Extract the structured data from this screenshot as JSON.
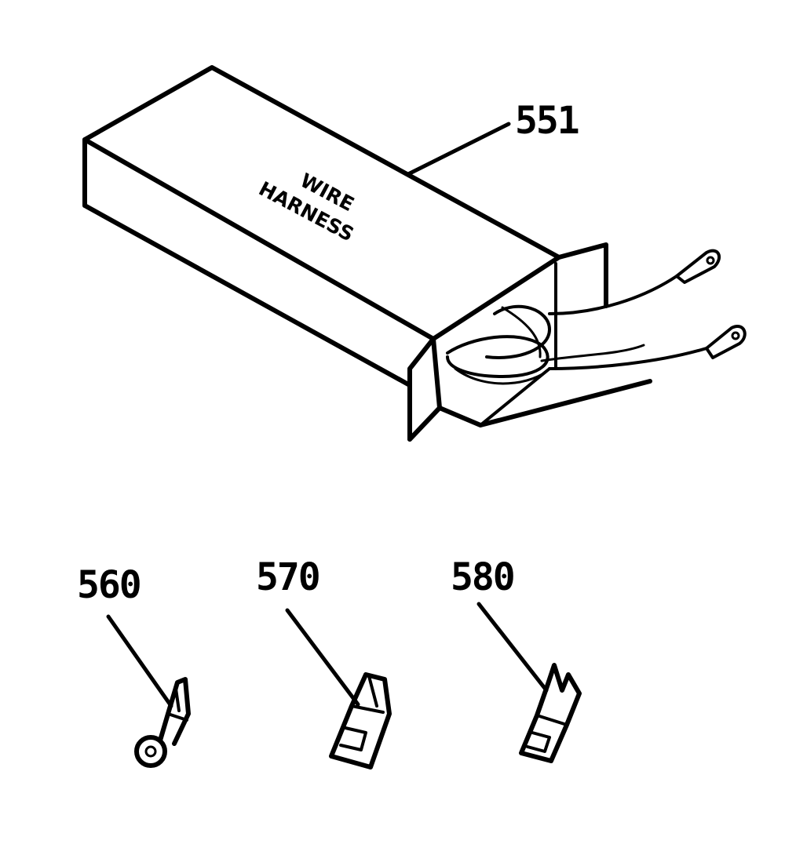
{
  "parts": {
    "harness_box": {
      "number": "551",
      "text_line1": "WIRE",
      "text_line2": "HARNESS"
    },
    "terminal_560": {
      "number": "560"
    },
    "terminal_570": {
      "number": "570"
    },
    "terminal_580": {
      "number": "580"
    }
  },
  "colors": {
    "ink": "#000000",
    "paper": "#ffffff"
  }
}
